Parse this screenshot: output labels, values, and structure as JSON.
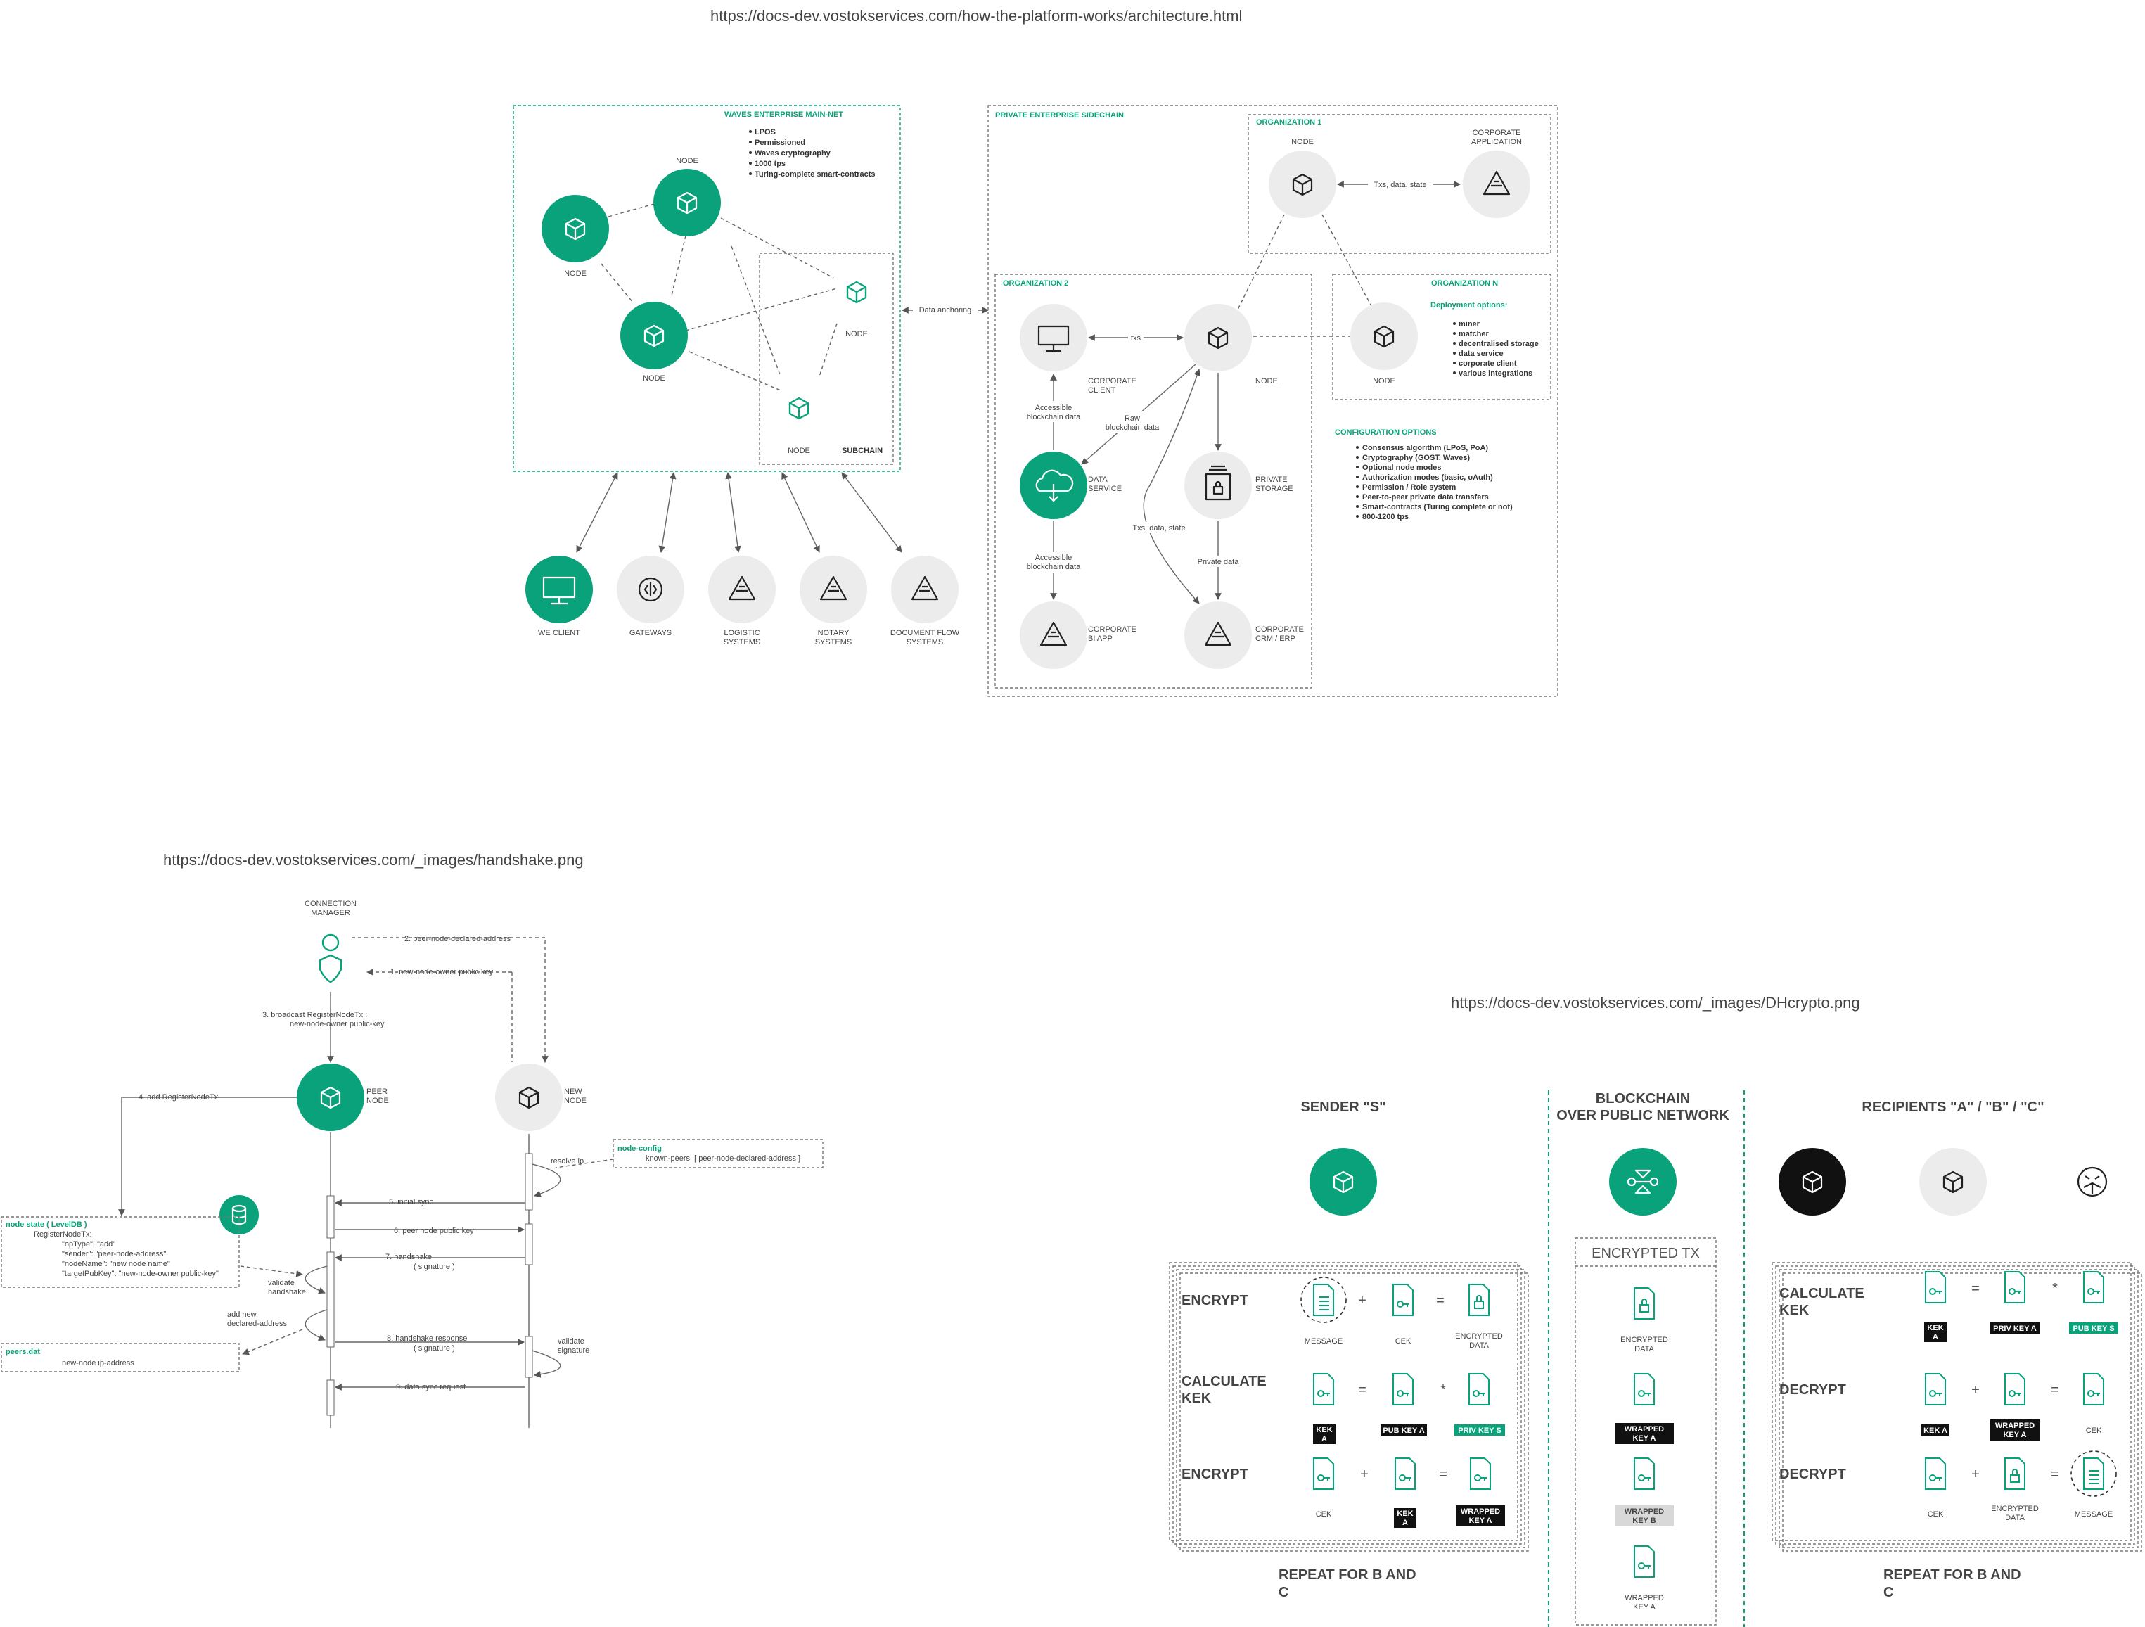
{
  "urls": {
    "architecture": "https://docs-dev.vostokservices.com/how-the-platform-works/architecture.html",
    "handshake": "https://docs-dev.vostokservices.com/_images/handshake.png",
    "dhcrypto": "https://docs-dev.vostokservices.com/_images/DHcrypto.png"
  },
  "architecture": {
    "mainnet": {
      "title": "WAVES ENTERPRISE MAIN-NET",
      "features": [
        "LPOS",
        "Permissioned",
        "Waves cryptography",
        "1000 tps",
        "Turing-complete smart-contracts"
      ],
      "node_label": "NODE",
      "subchain_label": "SUBCHAIN"
    },
    "data_anchoring": "Data anchoring",
    "clients": [
      {
        "icon": "monitor-icon",
        "label": "WE CLIENT",
        "label2": ""
      },
      {
        "icon": "gateway-icon",
        "label": "GATEWAYS",
        "label2": ""
      },
      {
        "icon": "app-triangle-icon",
        "label": "LOGISTIC",
        "label2": "SYSTEMS"
      },
      {
        "icon": "app-triangle-icon",
        "label": "NOTARY",
        "label2": "SYSTEMS"
      },
      {
        "icon": "app-triangle-icon",
        "label": "DOCUMENT FLOW",
        "label2": "SYSTEMS"
      }
    ],
    "sidechain": {
      "title": "PRIVATE ENTERPRISE SIDECHAIN",
      "org1": {
        "title": "ORGANIZATION 1",
        "node": "NODE",
        "app": "CORPORATE",
        "app2": "APPLICATION",
        "link": "Txs, data, state"
      },
      "org2": {
        "title": "ORGANIZATION 2",
        "client": "CORPORATE",
        "client2": "CLIENT",
        "node": "NODE",
        "txs": "txs",
        "data_service": "DATA",
        "data_service2": "SERVICE",
        "private_storage": "PRIVATE",
        "private_storage2": "STORAGE",
        "bi_app": "CORPORATE",
        "bi_app2": "BI APP",
        "crm": "CORPORATE",
        "crm2": "CRM / ERP",
        "accessible1": "Accessible",
        "accessible1b": "blockchain data",
        "raw": "Raw",
        "rawb": "blockchain data",
        "accessible2": "Accessible",
        "accessible2b": "blockchain data",
        "txs_data_state": "Txs, data, state",
        "private_data": "Private data"
      },
      "orgn": {
        "title": "ORGANIZATION N",
        "node": "NODE",
        "deployment_title": "Deployment options:",
        "deployment": [
          "miner",
          "matcher",
          "decentralised storage",
          "data service",
          "corporate client",
          "various integrations"
        ]
      },
      "config": {
        "title": "CONFIGURATION OPTIONS",
        "items": [
          "Consensus algorithm (LPoS, PoA)",
          "Cryptography (GOST, Waves)",
          "Optional node modes",
          "Authorization modes (basic, oAuth)",
          "Permission / Role system",
          "Peer-to-peer private data transfers",
          "Smart-contracts (Turing complete or not)",
          "800-1200 tps"
        ]
      }
    }
  },
  "handshake": {
    "connection_manager": "CONNECTION",
    "connection_manager2": "MANAGER",
    "peer_node": "PEER",
    "peer_node2": "NODE",
    "new_node": "NEW",
    "new_node2": "NODE",
    "steps": {
      "s1": "1. new-node-owner public key",
      "s2": "2. peer-node-declared-address",
      "s3": "3. broadcast RegisterNodeTx :",
      "s3b": "new-node-owner public-key",
      "s4": "4. add RegisterNodeTx",
      "s5": "5. initial sync",
      "s6": "6. peer node public key",
      "s7": "7. handshake",
      "s7b": "( signature )",
      "s8": "8. handshake response",
      "s8b": "( signature )",
      "s9": "9. data sync request"
    },
    "resolve_ip": "resolve ip",
    "validate_handshake": "validate",
    "validate_handshake2": "handshake",
    "add_new": "add new",
    "add_new2": "declared-address",
    "validate_sig": "validate",
    "validate_sig2": "signature",
    "node_config": {
      "title": "node-config",
      "line": "known-peers: [ peer-node-declared-address ]"
    },
    "node_state": {
      "title": "node state ( LevelDB )",
      "lines": [
        "RegisterNodeTx:",
        "\"opType\": \"add\"",
        "\"sender\": \"peer-node-address\"",
        "\"nodeName\": \"new node name\"",
        "\"targetPubKey\": \"new-node-owner public-key\""
      ]
    },
    "peers_dat": {
      "title": "peers.dat",
      "line": "new-node ip-address"
    }
  },
  "dhcrypto": {
    "sender_title": "SENDER \"S\"",
    "blockchain_title": "BLOCKCHAIN",
    "blockchain_title2": "OVER PUBLIC NETWORK",
    "recipients_title": "RECIPIENTS \"A\" / \"B\" / \"C\"",
    "encrypted_tx": "ENCRYPTED TX",
    "sender_rows": [
      {
        "label": "ENCRYPT",
        "label2": "",
        "a": "MESSAGE",
        "op1": "+",
        "b": "CEK",
        "op2": "=",
        "c": "ENCRYPTED",
        "c2": "DATA"
      },
      {
        "label": "CALCULATE",
        "label2": "KEK",
        "a": "KEK",
        "a2": "A",
        "op1": "=",
        "b": "PUB KEY A",
        "op2": "*",
        "c": "PRIV KEY S"
      },
      {
        "label": "ENCRYPT",
        "label2": "",
        "a": "CEK",
        "op1": "+",
        "b": "KEK",
        "b2": "A",
        "op2": "=",
        "c": "WRAPPED",
        "c2": "KEY A"
      }
    ],
    "tx_items": [
      {
        "l1": "ENCRYPTED",
        "l2": "DATA"
      },
      {
        "l1": "WRAPPED",
        "l2": "KEY A"
      },
      {
        "l1": "WRAPPED",
        "l2": "KEY B"
      },
      {
        "l1": "WRAPPED",
        "l2": "KEY A"
      }
    ],
    "recipient_rows": [
      {
        "label": "CALCULATE",
        "label2": "KEK",
        "a": "KEK",
        "a2": "A",
        "op1": "=",
        "b": "PRIV KEY A",
        "op2": "*",
        "c": "PUB KEY S"
      },
      {
        "label": "DECRYPT",
        "label2": "",
        "a": "KEK A",
        "op1": "+",
        "b": "WRAPPED",
        "b2": "KEY A",
        "op2": "=",
        "c": "CEK"
      },
      {
        "label": "DECRYPT",
        "label2": "",
        "a": "CEK",
        "op1": "+",
        "b": "ENCRYPTED",
        "b2": "DATA",
        "op2": "=",
        "c": "MESSAGE"
      }
    ],
    "repeat": "REPEAT FOR B AND",
    "repeat2": "C"
  },
  "colors": {
    "accent": "#0aa27a",
    "grey": "#ececec",
    "dark": "#111111"
  }
}
